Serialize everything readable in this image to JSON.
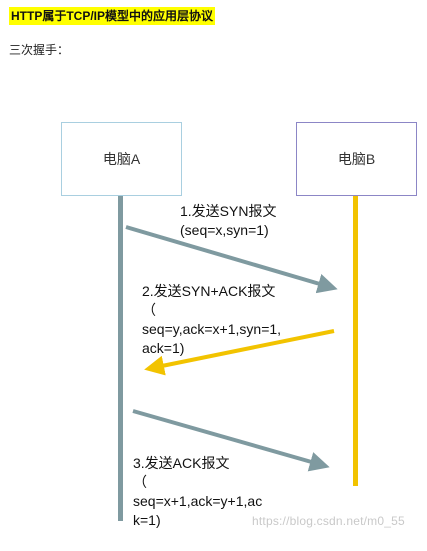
{
  "heading": "HTTP属于TCP/IP模型中的应用层协议",
  "subheading": "三次握手：",
  "nodes": {
    "a": "电脑A",
    "b": "电脑B"
  },
  "messages": {
    "m1": "1.发送SYN报文\n(seq=x,syn=1)",
    "m2": "2.发送SYN+ACK报文\n（\nseq=y,ack=x+1,syn=1,\nack=1)",
    "m3": "3.发送ACK报文\n（\nseq=x+1,ack=y+1,ac\nk=1)"
  },
  "colors": {
    "lifeline_a": "#7f9aa0",
    "lifeline_b": "#f2c300",
    "arrow_gray": "#7f9aa0",
    "arrow_yellow": "#f2c300"
  },
  "watermark": "https://blog.csdn.net/m0_55"
}
